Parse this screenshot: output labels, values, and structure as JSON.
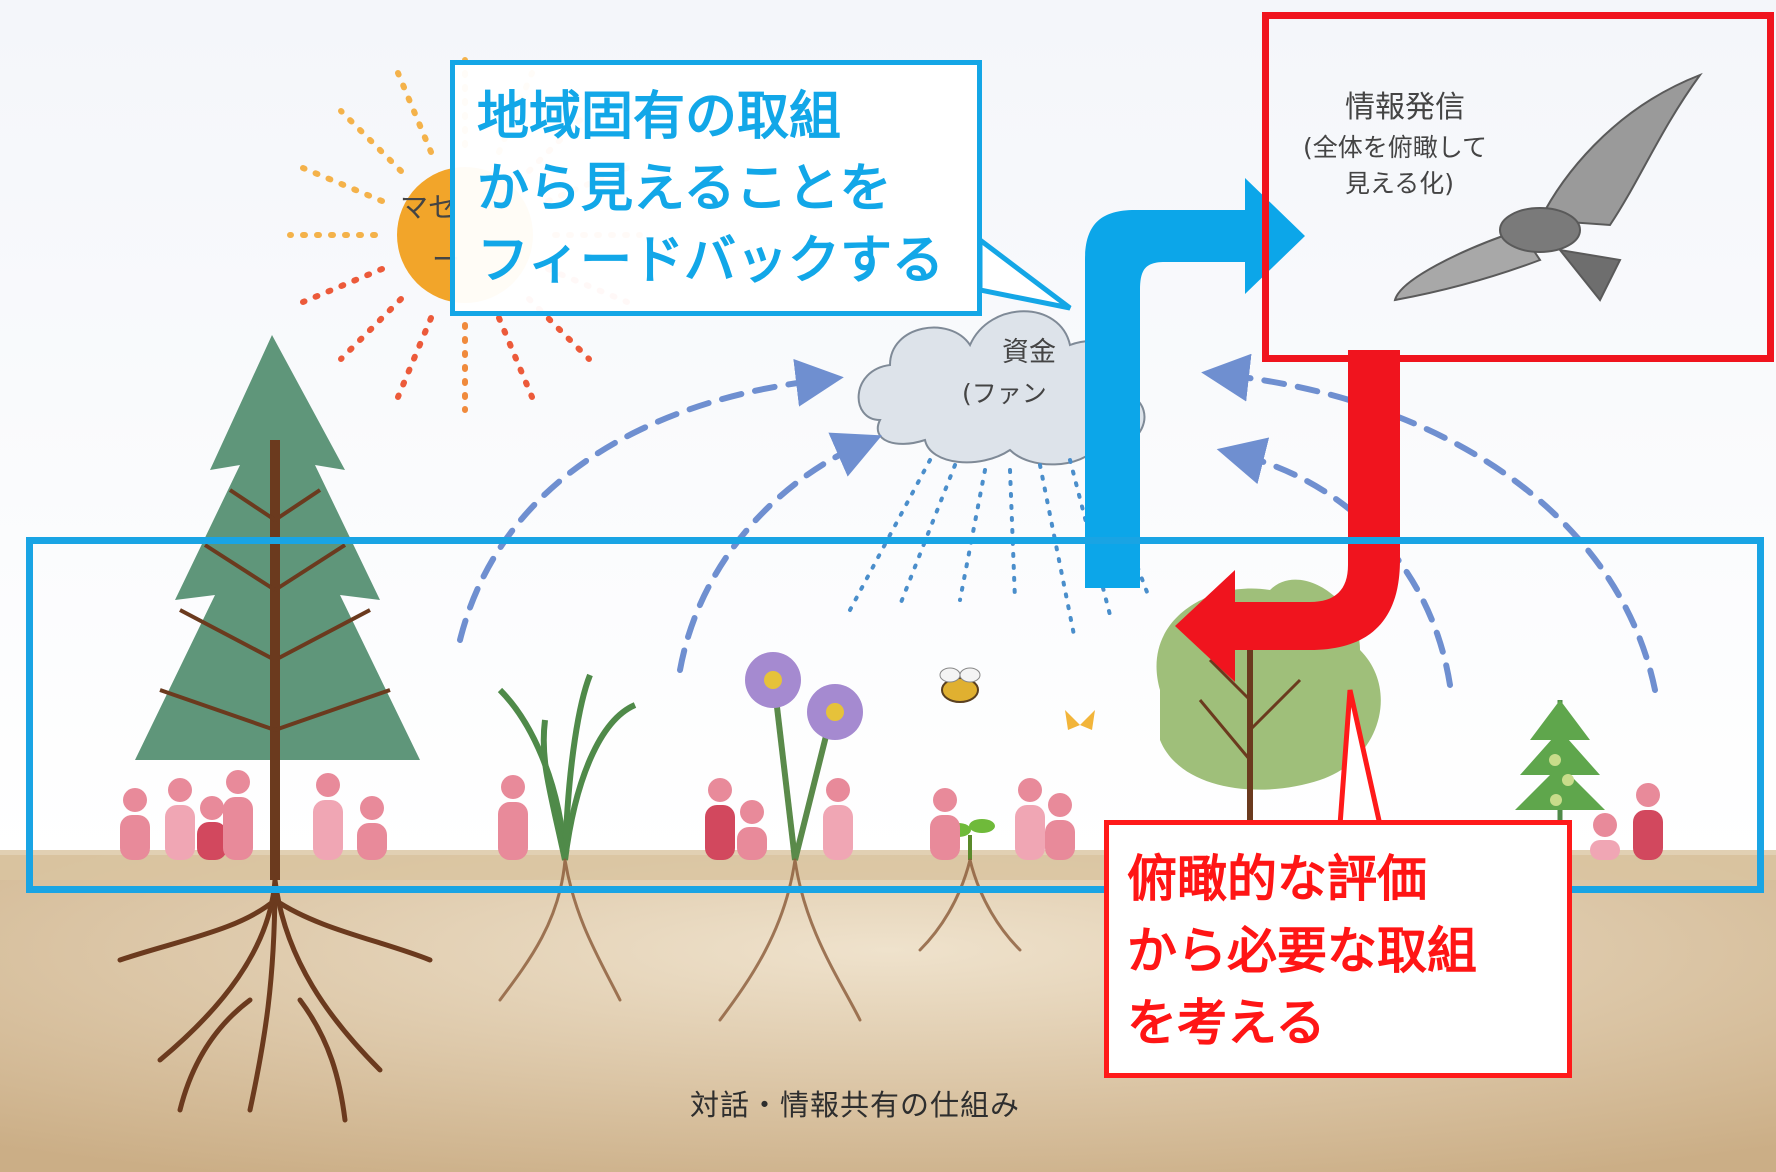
{
  "blue_callout": {
    "lines": [
      "地域固有の取組",
      "から見えることを",
      "フィードバックする"
    ]
  },
  "red_callout": {
    "lines": [
      "俯瞰的な評価",
      "から必要な取組",
      "を考える"
    ]
  },
  "info_box": {
    "title": "情報発信",
    "subtitle_line1": "(全体を俯瞰して",
    "subtitle_line2": "見える化)"
  },
  "fund_cloud": {
    "label": "資金",
    "sublabel": "(ファン"
  },
  "sun": {
    "label_line1": "マセ",
    "label_line2": "ー"
  },
  "ground": {
    "label": "対話・情報共有の仕組み"
  },
  "colors": {
    "blue_accent": "#14a6e6",
    "red_accent": "#ff1a1a",
    "sky_arrow": "#6f8fd0",
    "soil": "#d8c3a2",
    "root": "#6b3a1e"
  }
}
